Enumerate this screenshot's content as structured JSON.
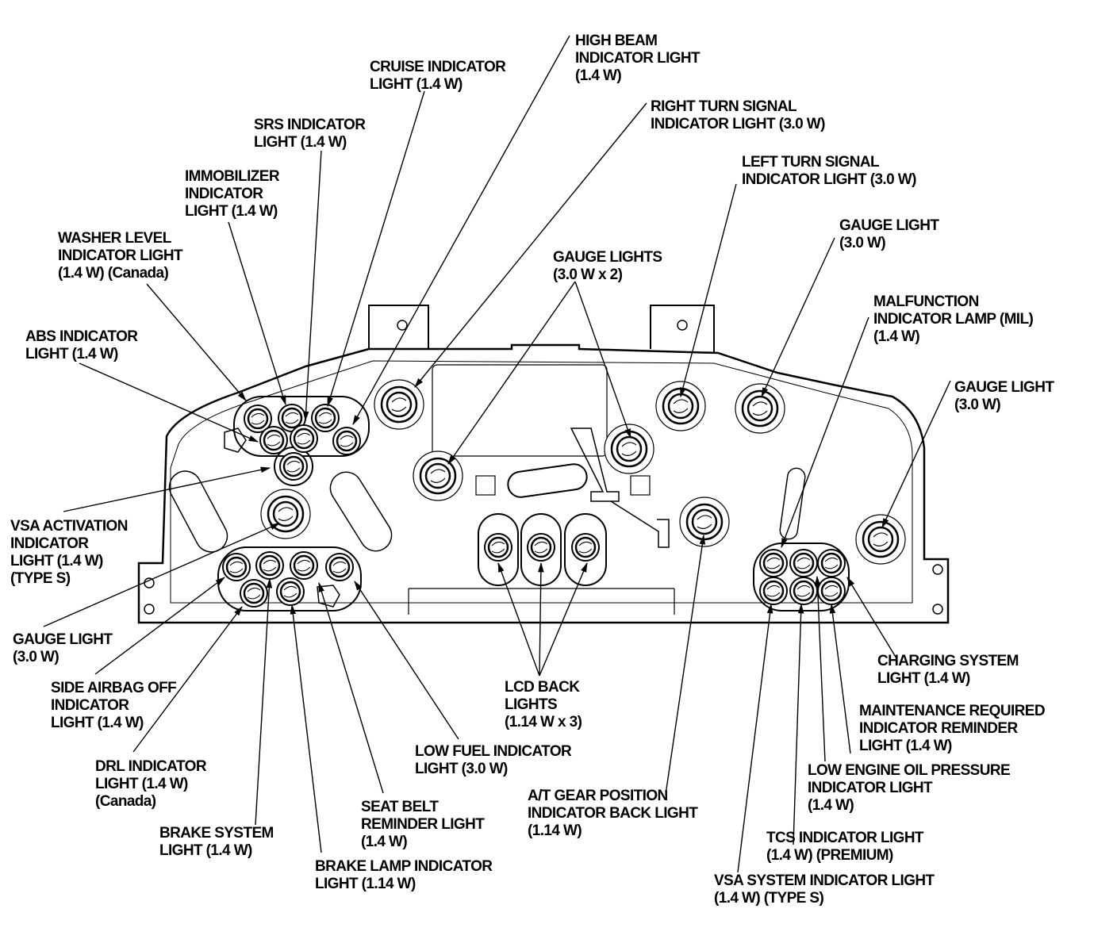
{
  "diagram": {
    "colors": {
      "ink": "#000000",
      "background": "#ffffff"
    },
    "labels": {
      "high_beam": [
        "HIGH BEAM",
        "INDICATOR LIGHT",
        "(1.4 W)"
      ],
      "cruise": [
        "CRUISE INDICATOR",
        "LIGHT (1.4 W)"
      ],
      "right_turn": [
        "RIGHT TURN SIGNAL",
        "INDICATOR LIGHT (3.0 W)"
      ],
      "srs": [
        "SRS INDICATOR",
        "LIGHT (1.4 W)"
      ],
      "left_turn": [
        "LEFT TURN SIGNAL",
        "INDICATOR LIGHT (3.0 W)"
      ],
      "immobilizer": [
        "IMMOBILIZER",
        "INDICATOR",
        "LIGHT (1.4 W)"
      ],
      "gauge_light_top": [
        "GAUGE LIGHT",
        "(3.0 W)"
      ],
      "washer": [
        "WASHER LEVEL",
        "INDICATOR LIGHT",
        "(1.4 W) (Canada)"
      ],
      "gauge_lights_2": [
        "GAUGE LIGHTS",
        "(3.0 W x 2)"
      ],
      "mil": [
        "MALFUNCTION",
        "INDICATOR LAMP (MIL)",
        "(1.4 W)"
      ],
      "abs": [
        "ABS INDICATOR",
        "LIGHT (1.4 W)"
      ],
      "gauge_light_right": [
        "GAUGE LIGHT",
        "(3.0 W)"
      ],
      "vsa_activation": [
        "VSA ACTIVATION",
        "INDICATOR",
        "LIGHT (1.4 W)",
        "(TYPE S)"
      ],
      "gauge_light_left": [
        "GAUGE LIGHT",
        "(3.0 W)"
      ],
      "side_airbag": [
        "SIDE AIRBAG OFF",
        "INDICATOR",
        "LIGHT (1.4 W)"
      ],
      "drl": [
        "DRL INDICATOR",
        "LIGHT (1.4 W)",
        "(Canada)"
      ],
      "brake_system": [
        "BRAKE SYSTEM",
        "LIGHT (1.4 W)"
      ],
      "brake_lamp": [
        "BRAKE LAMP INDICATOR",
        "LIGHT (1.14 W)"
      ],
      "seat_belt": [
        "SEAT BELT",
        "REMINDER LIGHT",
        "(1.4 W)"
      ],
      "low_fuel": [
        "LOW FUEL INDICATOR",
        "LIGHT (3.0 W)"
      ],
      "lcd": [
        "LCD BACK",
        "LIGHTS",
        "(1.14 W x 3)"
      ],
      "at_gear": [
        "A/T GEAR POSITION",
        "INDICATOR BACK LIGHT",
        "(1.14 W)"
      ],
      "charging": [
        "CHARGING SYSTEM",
        "LIGHT (1.4 W)"
      ],
      "maintenance": [
        "MAINTENANCE REQUIRED",
        "INDICATOR REMINDER",
        "LIGHT (1.4 W)"
      ],
      "low_oil": [
        "LOW ENGINE OIL PRESSURE",
        "INDICATOR LIGHT",
        "(1.4 W)"
      ],
      "tcs": [
        "TCS INDICATOR LIGHT",
        "(1.4 W) (PREMIUM)"
      ],
      "vsa_system": [
        "VSA SYSTEM INDICATOR LIGHT",
        "(1.4 W) (TYPE S)"
      ]
    }
  }
}
